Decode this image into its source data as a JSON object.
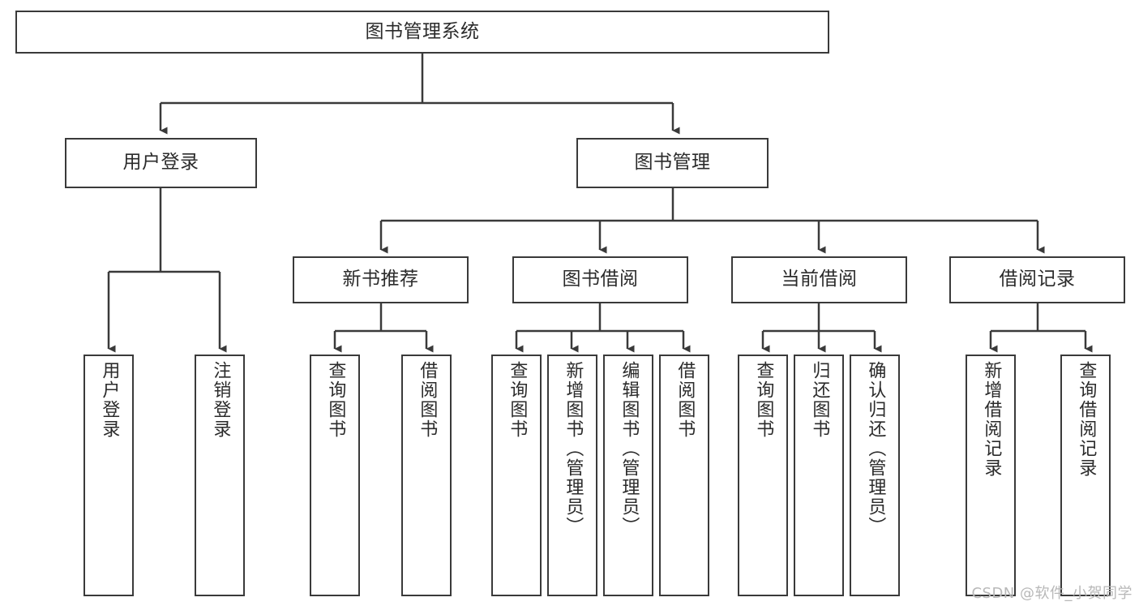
{
  "diagram": {
    "title": "图书管理系统",
    "watermark": "CSDN @软件_小贺同学",
    "colors": {
      "box_border": "#3a3a3a",
      "edge": "#3a3a3a",
      "background": "#ffffff",
      "watermark": "#b8b8b8"
    },
    "levels": {
      "root": {
        "label": "图书管理系统"
      },
      "level1": [
        {
          "label": "用户登录"
        },
        {
          "label": "图书管理"
        }
      ],
      "level2": [
        {
          "label": "新书推荐"
        },
        {
          "label": "图书借阅"
        },
        {
          "label": "当前借阅"
        },
        {
          "label": "借阅记录"
        }
      ],
      "leaves": {
        "user_login": [
          {
            "label": "用户登录"
          },
          {
            "label": "注销登录"
          }
        ],
        "new_book_recommend": [
          {
            "label": "查询图书"
          },
          {
            "label": "借阅图书"
          }
        ],
        "book_borrow": [
          {
            "label": "查询图书"
          },
          {
            "label": "新增图书（管理员）"
          },
          {
            "label": "编辑图书（管理员）"
          },
          {
            "label": "借阅图书"
          }
        ],
        "current_borrow": [
          {
            "label": "查询图书"
          },
          {
            "label": "归还图书"
          },
          {
            "label": "确认归还（管理员）"
          }
        ],
        "borrow_record": [
          {
            "label": "新增借阅记录"
          },
          {
            "label": "查询借阅记录"
          }
        ]
      }
    }
  }
}
